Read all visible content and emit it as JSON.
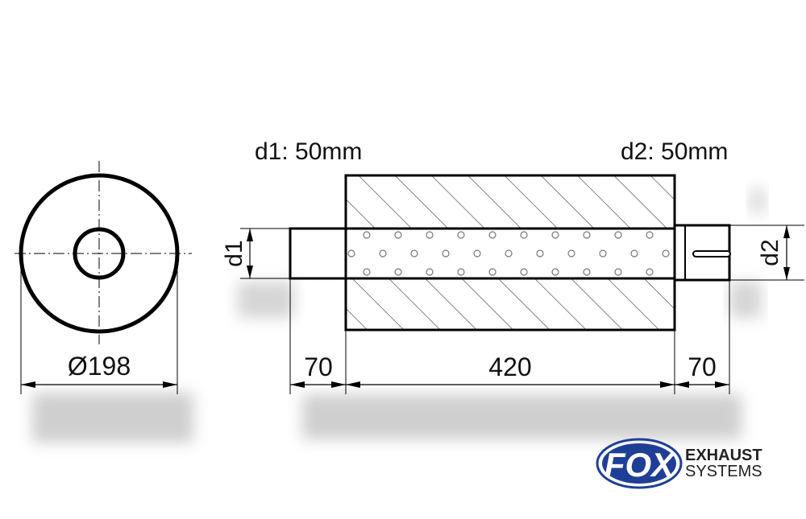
{
  "labels": {
    "d1_spec": "d1: 50mm",
    "d2_spec": "d2: 50mm",
    "d1_mark": "d1",
    "d2_mark": "d2"
  },
  "dimensions": {
    "diameter": "Ø198",
    "inlet_length": "70",
    "body_length": "420",
    "outlet_length": "70"
  },
  "logo": {
    "mark": "FOX",
    "line1": "EXHAUST",
    "line2": "SYSTEMS",
    "brand_color": "#1f3f97"
  }
}
